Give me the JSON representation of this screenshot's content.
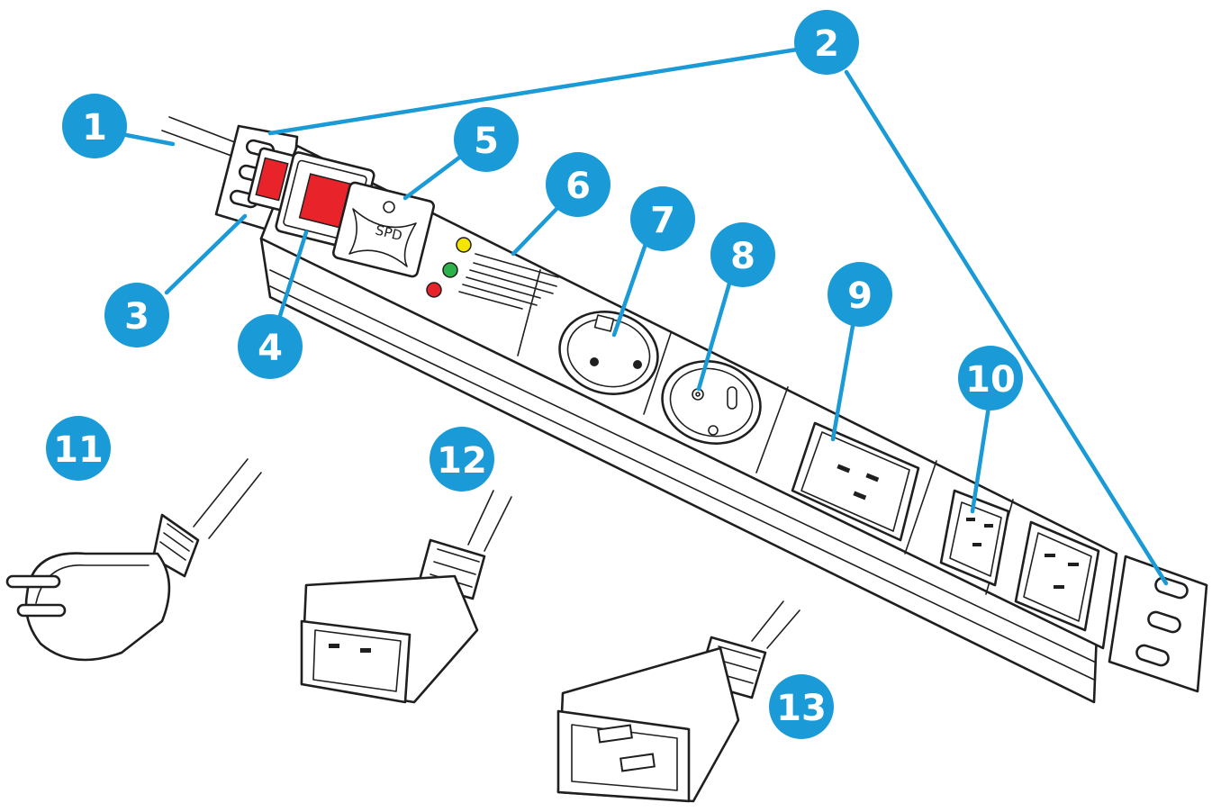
{
  "colors": {
    "callout": "#1a9ad6",
    "switch_red": "#e8232a",
    "led_yellow": "#f5e400",
    "led_green": "#2bb34a",
    "led_red": "#e8232a",
    "outline": "#1f1f1f"
  },
  "spd_module": {
    "label": "SPD"
  },
  "callouts": [
    {
      "number": "1"
    },
    {
      "number": "2"
    },
    {
      "number": "3"
    },
    {
      "number": "4"
    },
    {
      "number": "5"
    },
    {
      "number": "6"
    },
    {
      "number": "7"
    },
    {
      "number": "8"
    },
    {
      "number": "9"
    },
    {
      "number": "10"
    },
    {
      "number": "11"
    },
    {
      "number": "12"
    },
    {
      "number": "13"
    }
  ]
}
